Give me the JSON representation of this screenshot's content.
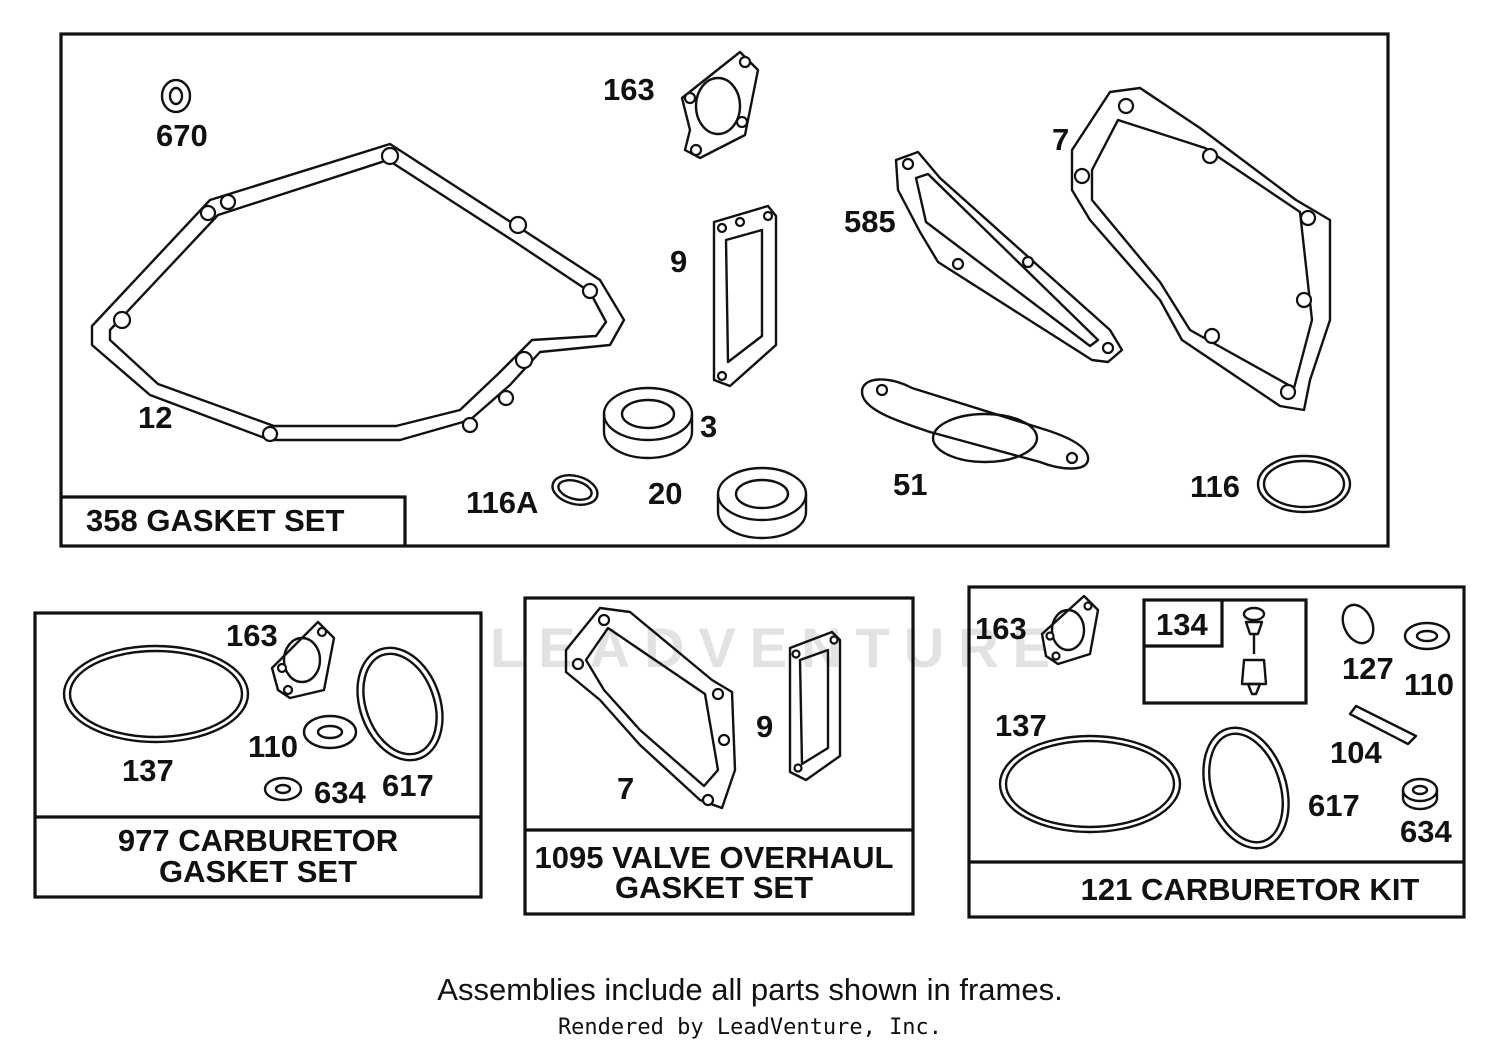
{
  "frames": {
    "gasket_set": "358 GASKET SET",
    "carburetor_gasket_set": [
      "977 CARBURETOR",
      "GASKET SET"
    ],
    "valve_overhaul_set": [
      "1095 VALVE OVERHAUL",
      "GASKET SET"
    ],
    "carburetor_kit": "121 CARBURETOR KIT",
    "inner_kit": "134"
  },
  "labels": {
    "p670": "670",
    "p163": "163",
    "p7": "7",
    "p585": "585",
    "p9": "9",
    "p12": "12",
    "p3": "3",
    "p116a": "116A",
    "p20": "20",
    "p51": "51",
    "p116": "116",
    "c163": "163",
    "c137": "137",
    "c110": "110",
    "c634": "634",
    "c617": "617",
    "v7": "7",
    "v9": "9",
    "k163": "163",
    "k127": "127",
    "k110": "110",
    "k137": "137",
    "k104": "104",
    "k617": "617",
    "k634": "634"
  },
  "watermark": "LEADVENTURE",
  "footer": {
    "note": "Assemblies include all parts shown in frames.",
    "credit": "Rendered by LeadVenture, Inc."
  }
}
